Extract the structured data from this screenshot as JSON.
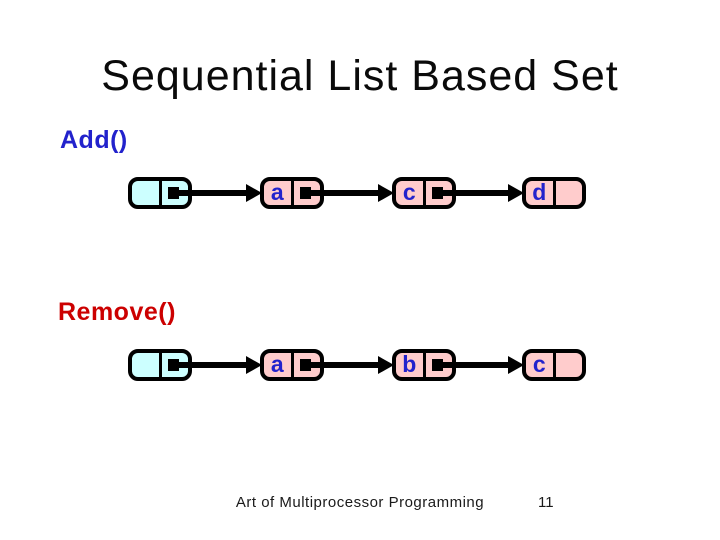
{
  "slide": {
    "title": "Sequential List Based Set",
    "footer_text": "Art of Multiprocessor Programming",
    "page_number": "11"
  },
  "diagrams": [
    {
      "label": "Add()",
      "nodes": [
        {
          "role": "head",
          "key": ""
        },
        {
          "role": "element",
          "key": "a"
        },
        {
          "role": "element",
          "key": "c"
        },
        {
          "role": "element",
          "key": "d"
        }
      ]
    },
    {
      "label": "Remove()",
      "nodes": [
        {
          "role": "head",
          "key": ""
        },
        {
          "role": "element",
          "key": "a"
        },
        {
          "role": "element",
          "key": "b"
        },
        {
          "role": "element",
          "key": "c"
        }
      ]
    }
  ],
  "colors": {
    "title": "#0a0a0a",
    "add_label": "#2222cc",
    "remove_label": "#cc0000",
    "head_fill": "#ccffff",
    "node_fill": "#ffcccc",
    "node_letter": "#2222cc",
    "arrow": "#000000"
  }
}
